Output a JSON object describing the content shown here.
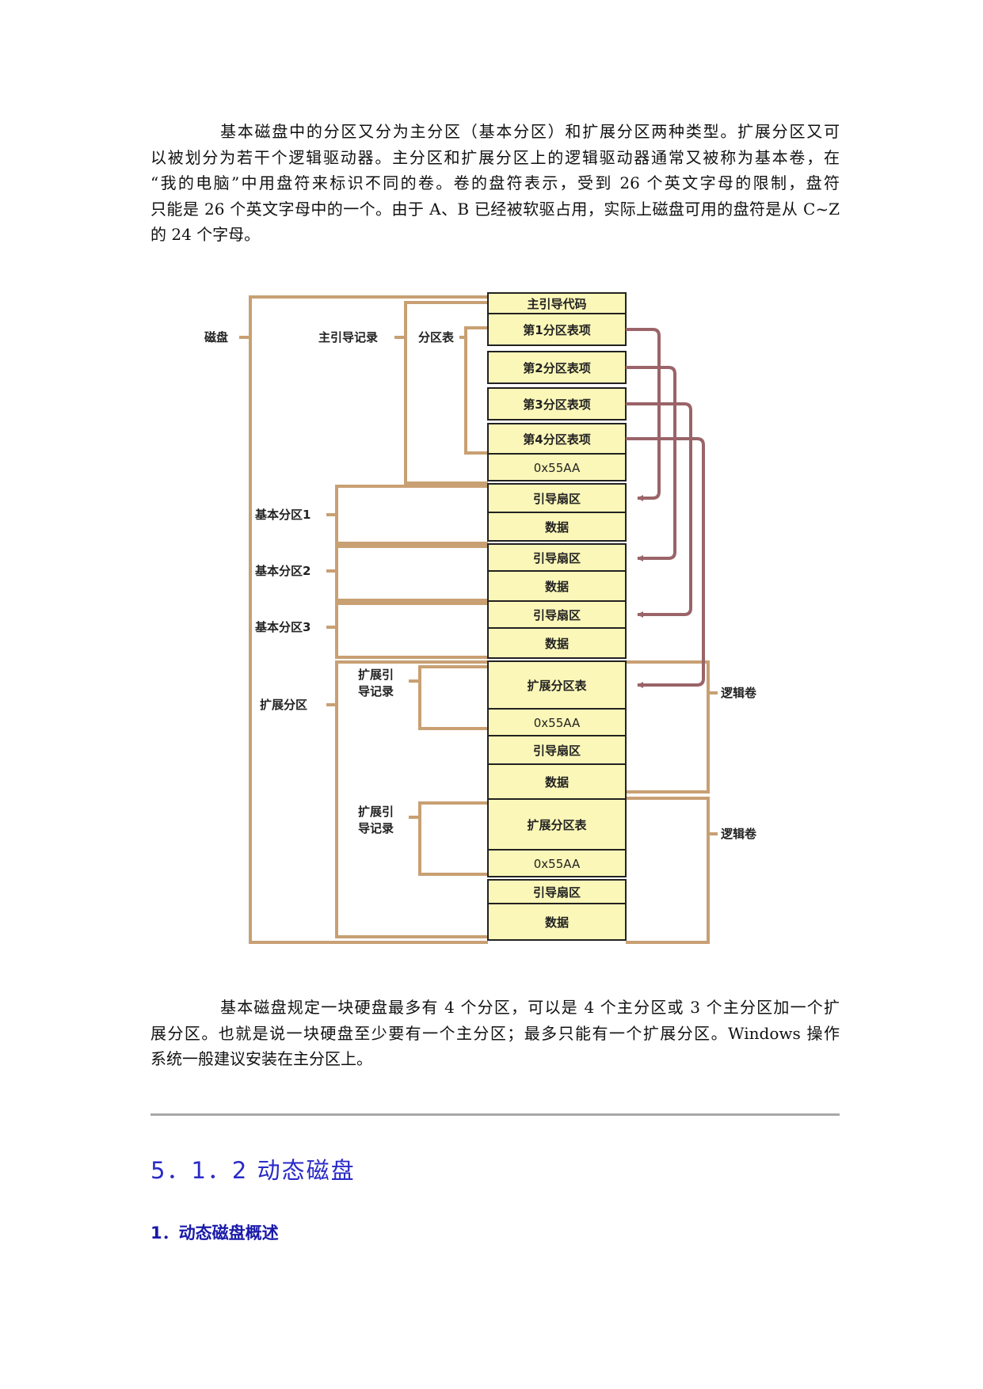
{
  "paragraph1": {
    "lines": [
      "基本磁盘中的分区又分为主分区（基本分区）和扩展分区两种类型。扩展分区又可",
      "以被划分为若干个逻辑驱动器。主分区和扩展分区上的逻辑驱动器通常又被称为基本卷，在",
      "“我的电脑”中用盘符来标识不同的卷。卷的盘符表示，受到 26 个英文字母的限制，盘符",
      "只能是 26 个英文字母中的一个。由于 A、B 已经被软驱占用，实际上磁盘可用的盘符是从 C~Z",
      "的 24 个字母。"
    ]
  },
  "diagram": {
    "colors": {
      "bracket": "#c8a073",
      "cell_fill": "#fbf7b8",
      "arrow": "#9a6468",
      "cell_border": "#222222"
    },
    "labels": {
      "disk": "磁盘",
      "mbr": "主引导记录",
      "partition_table": "分区表",
      "primary1": "基本分区1",
      "primary2": "基本分区2",
      "primary3": "基本分区3",
      "extended": "扩展分区",
      "ebr1_line1": "扩展引",
      "ebr1_line2": "导记录",
      "ebr2_line1": "扩展引",
      "ebr2_line2": "导记录",
      "logical1": "逻辑卷",
      "logical2": "逻辑卷"
    },
    "cells": [
      "主引导代码",
      "第1分区表项",
      "第2分区表项",
      "第3分区表项",
      "第4分区表项",
      "0x55AA",
      "引导扇区",
      "数据",
      "引导扇区",
      "数据",
      "引导扇区",
      "数据",
      "扩展分区表",
      "0x55AA",
      "引导扇区",
      "数据",
      "扩展分区表",
      "0x55AA",
      "引导扇区",
      "数据"
    ]
  },
  "paragraph2": {
    "lines": [
      "基本磁盘规定一块硬盘最多有 4 个分区，可以是 4 个主分区或 3 个主分区加一个扩",
      "展分区。也就是说一块硬盘至少要有一个主分区；最多只能有一个扩展分区。Windows 操作",
      "系统一般建议安装在主分区上。"
    ]
  },
  "section_heading": "5．1．2 动态磁盘",
  "subheading": "1．动态磁盘概述"
}
